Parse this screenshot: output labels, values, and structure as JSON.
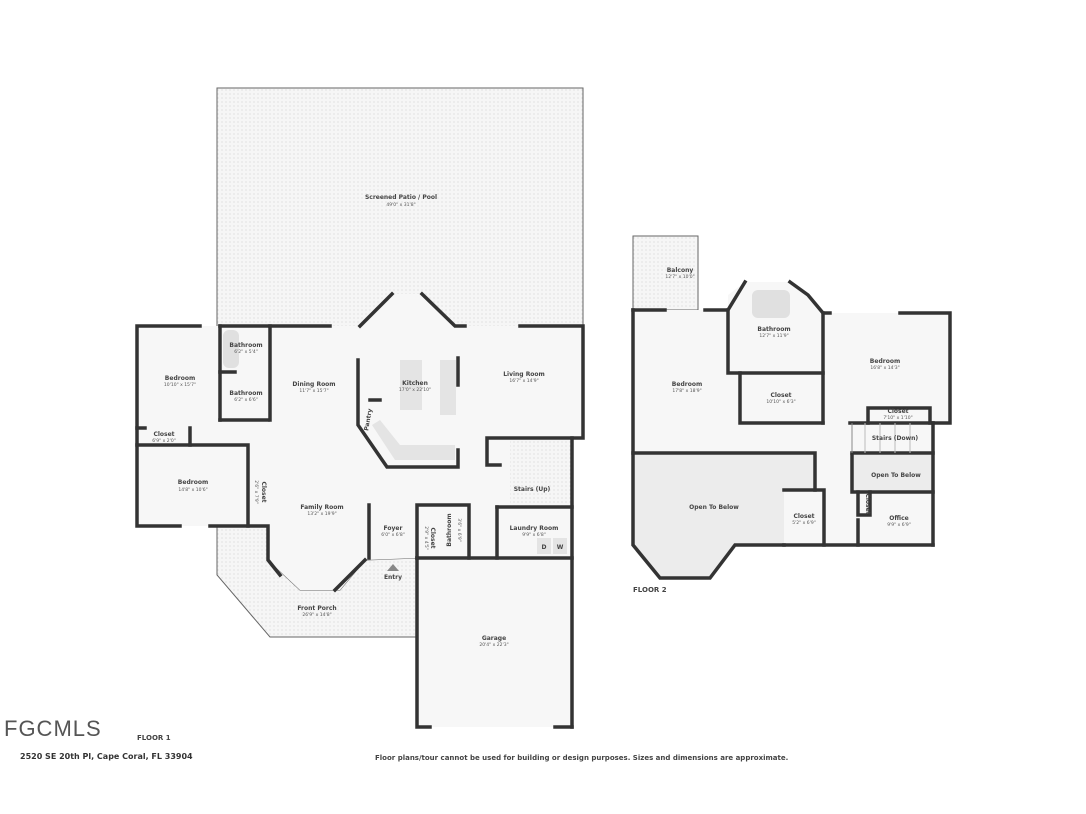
{
  "floor1": {
    "label": "FLOOR 1",
    "rooms": [
      {
        "name": "Screened Patio / Pool",
        "dim": "49'0\" x 31'8\""
      },
      {
        "name": "Bedroom",
        "dim": "10'10\" x 15'7\""
      },
      {
        "name": "Bathroom",
        "dim": "6'2\" x 5'4\""
      },
      {
        "name": "Bathroom",
        "dim": "6'2\" x 6'6\""
      },
      {
        "name": "Closet",
        "dim": "6'9\" x 2'0\""
      },
      {
        "name": "Bedroom",
        "dim": "14'8\" x 10'6\""
      },
      {
        "name": "Closet",
        "dim": "2'6\" x 7'9\""
      },
      {
        "name": "Dining Room",
        "dim": "11'7\" x 15'7\""
      },
      {
        "name": "Kitchen",
        "dim": "17'0\" x 22'10\""
      },
      {
        "name": "Pantry",
        "dim": ""
      },
      {
        "name": "Living Room",
        "dim": "16'7\" x 14'9\""
      },
      {
        "name": "Stairs (Up)",
        "dim": ""
      },
      {
        "name": "Family Room",
        "dim": "13'2\" x 19'9\""
      },
      {
        "name": "Foyer",
        "dim": "6'0\" x 6'8\""
      },
      {
        "name": "Closet",
        "dim": "2'9\" x 4'5\""
      },
      {
        "name": "Bathroom",
        "dim": "3'6\" x 6'9\""
      },
      {
        "name": "Laundry Room",
        "dim": "9'9\" x 6'8\""
      },
      {
        "name": "Entry",
        "dim": ""
      },
      {
        "name": "Front Porch",
        "dim": "26'9\" x 14'8\""
      },
      {
        "name": "Garage",
        "dim": "20'4\" x 22'3\""
      }
    ],
    "appliances": {
      "dryer": "D",
      "washer": "W"
    }
  },
  "floor2": {
    "label": "FLOOR 2",
    "rooms": [
      {
        "name": "Balcony",
        "dim": "12'7\" x 10'0\""
      },
      {
        "name": "Bathroom",
        "dim": "12'7\" x 11'9\""
      },
      {
        "name": "Bedroom",
        "dim": "17'8\" x 18'9\""
      },
      {
        "name": "Closet",
        "dim": "10'10\" x 6'3\""
      },
      {
        "name": "Bedroom",
        "dim": "16'8\" x 14'3\""
      },
      {
        "name": "Closet",
        "dim": "7'10\" x 1'10\""
      },
      {
        "name": "Stairs (Down)",
        "dim": ""
      },
      {
        "name": "Open To Below",
        "dim": ""
      },
      {
        "name": "Open To Below",
        "dim": ""
      },
      {
        "name": "Closet",
        "dim": "5'2\" x 6'9\""
      },
      {
        "name": "Closet",
        "dim": ""
      },
      {
        "name": "Office",
        "dim": "9'9\" x 6'9\""
      }
    ]
  },
  "footer": {
    "address": "2520 SE 20th Pl, Cape Coral, FL 33904",
    "disclaimer": "Floor plans/tour cannot be used for building or design purposes. Sizes and dimensions are approximate.",
    "watermark": "FGCMLS"
  }
}
